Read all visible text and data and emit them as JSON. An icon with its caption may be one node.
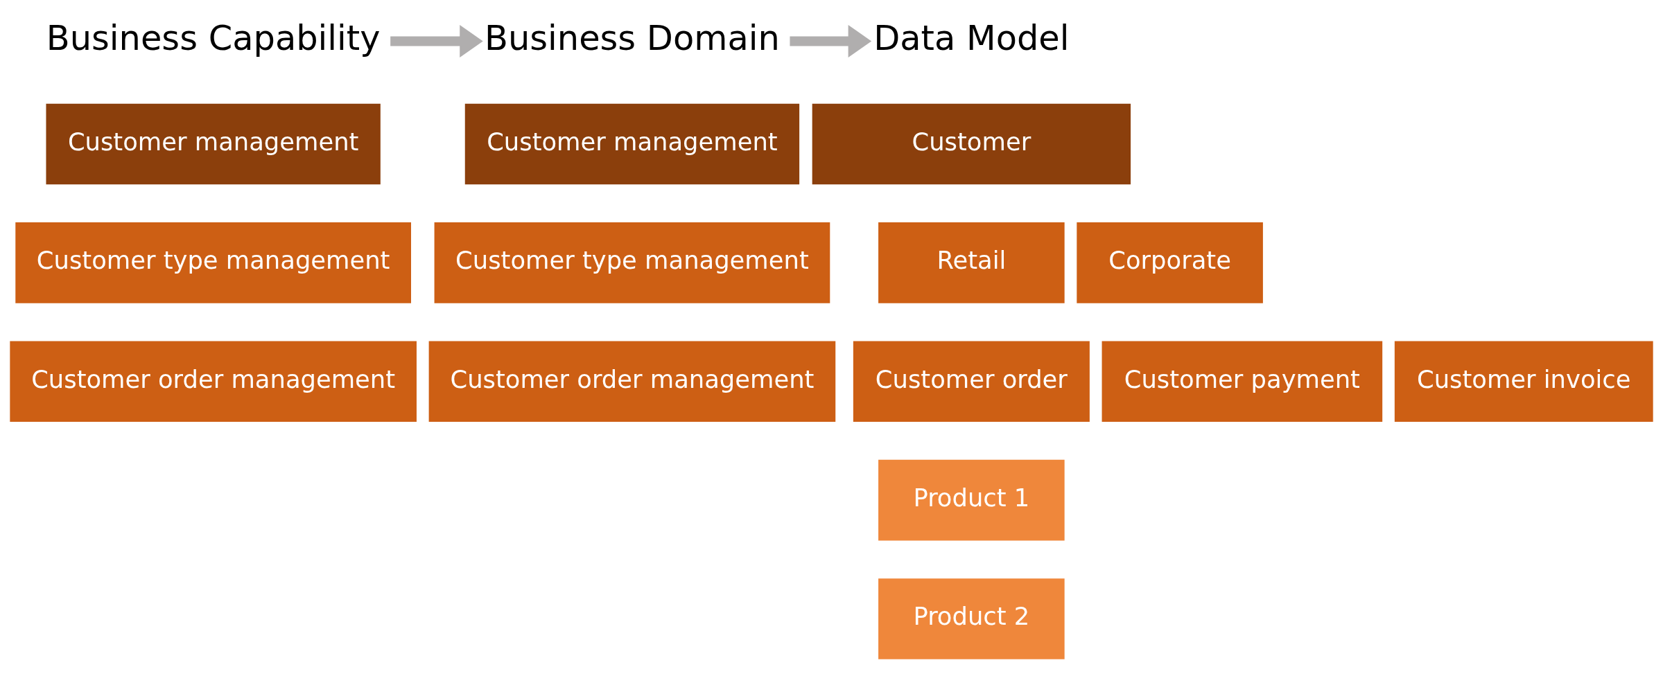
{
  "diagram": {
    "nodes": [
      {
        "text": [
          "Business Capability"
        ]
      },
      {
        "text": [
          "Business Domain"
        ]
      },
      {
        "text": [
          "Data Model"
        ]
      },
      {
        "text": [
          "Customer management"
        ]
      },
      {
        "text": [
          "Customer type management"
        ]
      },
      {
        "text": [
          "Customer order management"
        ]
      },
      {
        "text": [
          "Customer management"
        ]
      },
      {
        "text": [
          "Customer type management"
        ]
      },
      {
        "text": [
          "Customer order management"
        ]
      },
      {
        "text": [
          "Customer"
        ]
      },
      {
        "text": [
          "Retail"
        ]
      },
      {
        "text": [
          "Corporate"
        ]
      },
      {
        "text": [
          "Customer order"
        ]
      },
      {
        "text": [
          "Customer payment"
        ]
      },
      {
        "text": [
          "Customer invoice"
        ]
      },
      {
        "text": [
          "Product 1"
        ]
      },
      {
        "text": [
          "Product 2"
        ]
      }
    ],
    "edges": [
      {
        "from": 0,
        "to": 1,
        "arrow": "to"
      },
      {
        "from": 1,
        "to": 2,
        "arrow": "to"
      }
    ]
  }
}
